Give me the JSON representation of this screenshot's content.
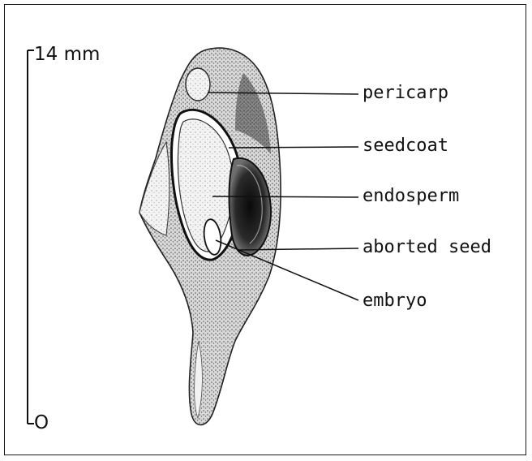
{
  "scale": {
    "top_label": "14 mm",
    "bottom_label": "O"
  },
  "labels": [
    {
      "key": "pericarp",
      "text": "pericarp"
    },
    {
      "key": "seedcoat",
      "text": "seedcoat"
    },
    {
      "key": "endosperm",
      "text": "endosperm"
    },
    {
      "key": "aborted-seed",
      "text": "aborted seed"
    },
    {
      "key": "embryo",
      "text": "embryo"
    }
  ],
  "colors": {
    "ink": "#111111",
    "stipple_light": "#cfcfcf",
    "stipple_mid": "#9a9a9a",
    "stipple_dark": "#3a3a3a"
  }
}
